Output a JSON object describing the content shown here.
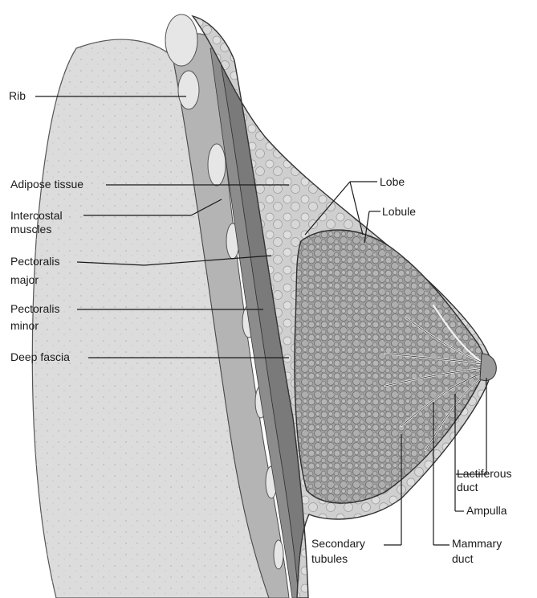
{
  "labels": {
    "rib": "Rib",
    "adipose": "Adipose tissue",
    "intercostal_1": "Intercostal",
    "intercostal_2": "muscles",
    "pect_major_1": "Pectoralis",
    "pect_major_2": "major",
    "pect_minor_1": "Pectoralis",
    "pect_minor_2": "minor",
    "deep_fascia": "Deep fascia",
    "lobe": "Lobe",
    "lobule": "Lobule",
    "lactiferous_1": "Lactiferous",
    "lactiferous_2": "duct",
    "ampulla": "Ampulla",
    "mammary_1": "Mammary",
    "mammary_2": "duct",
    "secondary_1": "Secondary",
    "secondary_2": "tubules"
  },
  "colors": {
    "background": "#ffffff",
    "chest_wall": "#dcdcdc",
    "tissue": "#c2c2c2",
    "muscle": "#8c8c8c",
    "gland": "#a6a6a6",
    "outline": "#3a3a3a",
    "leader": "#1a1a1a"
  }
}
